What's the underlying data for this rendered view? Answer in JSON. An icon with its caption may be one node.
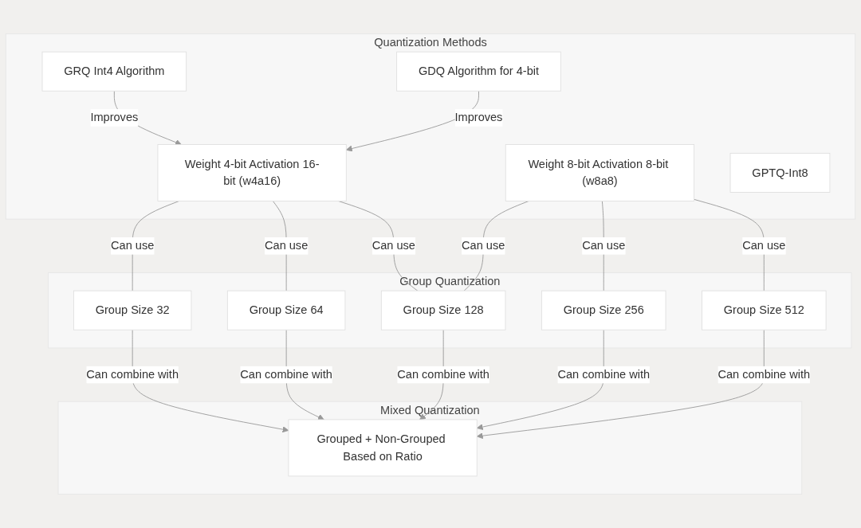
{
  "diagram": {
    "nodes": [
      {
        "text": [
          "Quantization Methods"
        ]
      },
      {
        "text": [
          "GRQ Int4 Algorithm"
        ],
        "in": 0
      },
      {
        "text": [
          "GDQ Algorithm for 4-bit"
        ],
        "in": 0
      },
      {
        "text": [
          "Weight 4-bit Activation 16-bit (w4a16)"
        ],
        "in": 0
      },
      {
        "text": [
          "Weight 8-bit Activation 8-bit (w8a8)"
        ],
        "in": 0
      },
      {
        "text": [
          "GPTQ-Int8"
        ],
        "in": 0
      },
      {
        "text": [
          "Group Quantization"
        ]
      },
      {
        "text": [
          "Group Size 32"
        ],
        "in": 6
      },
      {
        "text": [
          "Group Size 64"
        ],
        "in": 6
      },
      {
        "text": [
          "Group Size 128"
        ],
        "in": 6
      },
      {
        "text": [
          "Group Size 256"
        ],
        "in": 6
      },
      {
        "text": [
          "Group Size 512"
        ],
        "in": 6
      },
      {
        "text": [
          "Mixed Quantization"
        ]
      },
      {
        "text": [
          "Grouped + Non-Grouped Based on Ratio"
        ],
        "in": 12
      }
    ],
    "edges": [
      {
        "from": 1,
        "to": 3,
        "arrow": "to",
        "label": "Improves"
      },
      {
        "from": 2,
        "to": 3,
        "arrow": "to",
        "label": "Improves"
      },
      {
        "from": 3,
        "to": 7,
        "arrow": "none",
        "label": "Can use"
      },
      {
        "from": 3,
        "to": 8,
        "arrow": "none",
        "label": "Can use"
      },
      {
        "from": 3,
        "to": 9,
        "arrow": "none",
        "label": "Can use"
      },
      {
        "from": 4,
        "to": 9,
        "arrow": "none",
        "label": "Can use"
      },
      {
        "from": 4,
        "to": 10,
        "arrow": "none",
        "label": "Can use"
      },
      {
        "from": 4,
        "to": 11,
        "arrow": "none",
        "label": "Can use"
      },
      {
        "from": 7,
        "to": 13,
        "arrow": "to",
        "label": "Can combine with"
      },
      {
        "from": 8,
        "to": 13,
        "arrow": "to",
        "label": "Can combine with"
      },
      {
        "from": 9,
        "to": 13,
        "arrow": "to",
        "label": "Can combine with"
      },
      {
        "from": 10,
        "to": 13,
        "arrow": "to",
        "label": "Can combine with"
      },
      {
        "from": 11,
        "to": 13,
        "arrow": "to",
        "label": "Can combine with"
      }
    ]
  }
}
